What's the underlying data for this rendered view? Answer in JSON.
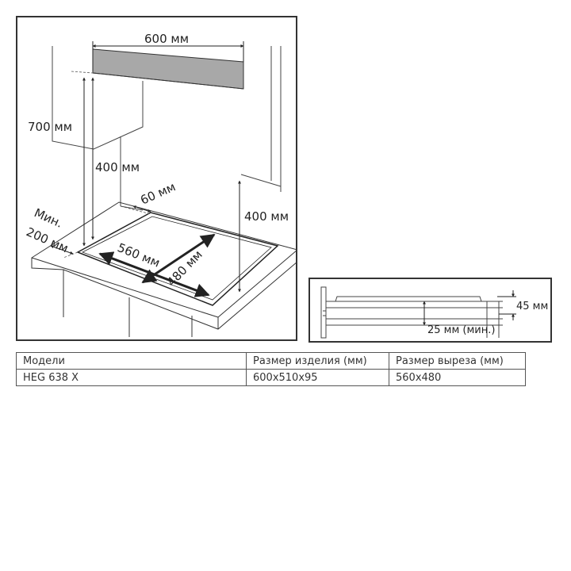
{
  "diagram": {
    "labels": {
      "width_top": "600 мм",
      "height_700": "700 мм",
      "height_400_left": "400 мм",
      "depth_60": "60 мм",
      "min_200_line1": "Мин.",
      "min_200_line2": "200 мм",
      "height_400_right": "400 мм",
      "cutout_560": "560 мм",
      "cutout_480": "480 мм"
    },
    "detail_labels": {
      "thickness_45": "45 мм",
      "gap_25": "25 мм (мин.)"
    }
  },
  "table": {
    "headers": [
      "Модели",
      "Размер изделия (мм)",
      "Размер выреза (мм)"
    ],
    "rows": [
      [
        "HEG 638 X",
        "600x510x95",
        "560x480"
      ]
    ]
  },
  "colors": {
    "line": "#333333",
    "hood": "#a8a8a8",
    "arrow": "#222222"
  }
}
